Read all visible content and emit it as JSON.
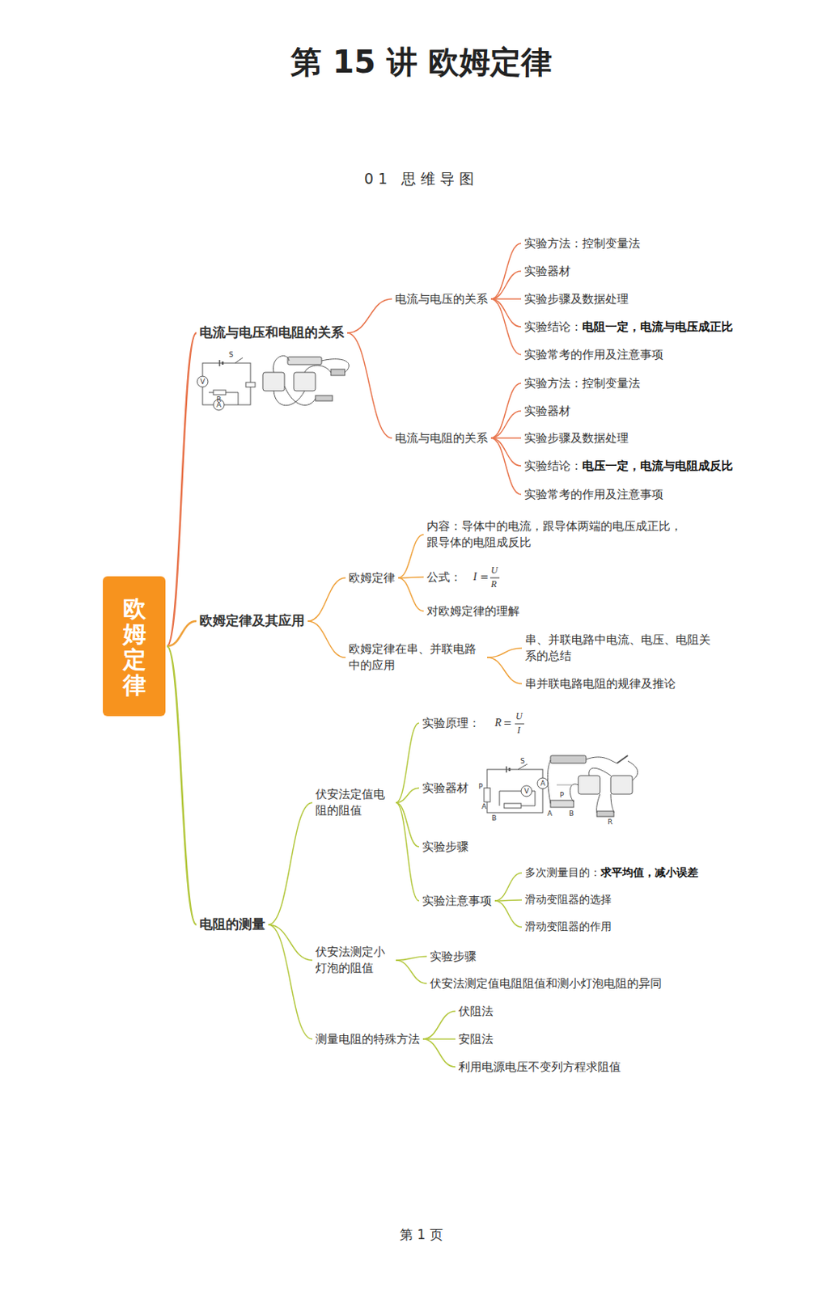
{
  "diagram": {
    "title": "第 15 讲 欧姆定律",
    "nodes": [
      {
        "text": [
          "欧姆定律"
        ]
      },
      {
        "text": [
          "电流与电压和电阻的关系"
        ]
      },
      {
        "text": [
          "电流与电压的关系"
        ]
      },
      {
        "text": [
          "实验方法：控制变量法"
        ]
      },
      {
        "text": [
          "实验器材"
        ]
      },
      {
        "text": [
          "实验步骤及数据处理"
        ]
      },
      {
        "text": [
          "实验结论：",
          "电阻一定，电流与电压成正比"
        ]
      },
      {
        "text": [
          "实验常考的作用及注意事项"
        ]
      },
      {
        "text": [
          "电流与电阻的关系"
        ]
      },
      {
        "text": [
          "实验方法：控制变量法"
        ]
      },
      {
        "text": [
          "实验器材"
        ]
      },
      {
        "text": [
          "实验步骤及数据处理"
        ]
      },
      {
        "text": [
          "实验结论：",
          "电压一定，电流与电阻成反比"
        ]
      },
      {
        "text": [
          "实验常考的作用及注意事项"
        ]
      },
      {
        "text": [
          "欧姆定律及其应用"
        ]
      },
      {
        "text": [
          "欧姆定律"
        ]
      },
      {
        "text": [
          "内容：导体中的电流，跟导体两端的电压成正比，跟导体的电阻成反比"
        ]
      },
      {
        "text": [
          "公式："
        ]
      },
      {
        "text": [
          "对欧姆定律的理解"
        ]
      },
      {
        "text": [
          "欧姆定律在串、并联电路中的应用"
        ]
      },
      {
        "text": [
          "串、并联电路中电流、电压、电阻关系的总结"
        ]
      },
      {
        "text": [
          "串并联电路电阻的规律及推论"
        ]
      },
      {
        "text": [
          "电阻的测量"
        ]
      },
      {
        "text": [
          "伏安法定值电阻的阻值"
        ]
      },
      {
        "text": [
          "实验原理："
        ]
      },
      {
        "text": [
          "实验器材"
        ]
      },
      {
        "text": [
          "实验步骤"
        ]
      },
      {
        "text": [
          "实验注意事项"
        ]
      },
      {
        "text": [
          "多次测量目的：",
          "求平均值，减小误差"
        ]
      },
      {
        "text": [
          "滑动变阻器的选择"
        ]
      },
      {
        "text": [
          "滑动变阻器的作用"
        ]
      },
      {
        "text": [
          "伏安法测定小灯泡的阻值"
        ]
      },
      {
        "text": [
          "实验步骤"
        ]
      },
      {
        "text": [
          "伏安法测定值电阻阻值和测小灯泡电阻的异同"
        ]
      },
      {
        "text": [
          "测量电阻的特殊方法"
        ]
      },
      {
        "text": [
          "伏阻法"
        ]
      },
      {
        "text": [
          "安阻法"
        ]
      },
      {
        "text": [
          "利用电源电压不变列方程求阻值"
        ]
      }
    ],
    "edges": [
      {
        "from": 0,
        "to": 1,
        "arrow": "none"
      },
      {
        "from": 0,
        "to": 14,
        "arrow": "none"
      },
      {
        "from": 0,
        "to": 22,
        "arrow": "none"
      },
      {
        "from": 1,
        "to": 2,
        "arrow": "none"
      },
      {
        "from": 1,
        "to": 8,
        "arrow": "none"
      },
      {
        "from": 2,
        "to": 3,
        "arrow": "none"
      },
      {
        "from": 2,
        "to": 4,
        "arrow": "none"
      },
      {
        "from": 2,
        "to": 5,
        "arrow": "none"
      },
      {
        "from": 2,
        "to": 6,
        "arrow": "none"
      },
      {
        "from": 2,
        "to": 7,
        "arrow": "none"
      },
      {
        "from": 8,
        "to": 9,
        "arrow": "none"
      },
      {
        "from": 8,
        "to": 10,
        "arrow": "none"
      },
      {
        "from": 8,
        "to": 11,
        "arrow": "none"
      },
      {
        "from": 8,
        "to": 12,
        "arrow": "none"
      },
      {
        "from": 8,
        "to": 13,
        "arrow": "none"
      },
      {
        "from": 14,
        "to": 15,
        "arrow": "none"
      },
      {
        "from": 14,
        "to": 19,
        "arrow": "none"
      },
      {
        "from": 15,
        "to": 16,
        "arrow": "none"
      },
      {
        "from": 15,
        "to": 17,
        "arrow": "none"
      },
      {
        "from": 15,
        "to": 18,
        "arrow": "none"
      },
      {
        "from": 19,
        "to": 20,
        "arrow": "none"
      },
      {
        "from": 19,
        "to": 21,
        "arrow": "none"
      },
      {
        "from": 22,
        "to": 23,
        "arrow": "none"
      },
      {
        "from": 22,
        "to": 31,
        "arrow": "none"
      },
      {
        "from": 22,
        "to": 34,
        "arrow": "none"
      },
      {
        "from": 23,
        "to": 24,
        "arrow": "none"
      },
      {
        "from": 23,
        "to": 25,
        "arrow": "none"
      },
      {
        "from": 23,
        "to": 26,
        "arrow": "none"
      },
      {
        "from": 23,
        "to": 27,
        "arrow": "none"
      },
      {
        "from": 27,
        "to": 28,
        "arrow": "none"
      },
      {
        "from": 27,
        "to": 29,
        "arrow": "none"
      },
      {
        "from": 27,
        "to": 30,
        "arrow": "none"
      },
      {
        "from": 31,
        "to": 32,
        "arrow": "none"
      },
      {
        "from": 31,
        "to": 33,
        "arrow": "none"
      },
      {
        "from": 34,
        "to": 35,
        "arrow": "none"
      },
      {
        "from": 34,
        "to": 36,
        "arrow": "none"
      },
      {
        "from": 34,
        "to": 37,
        "arrow": "none"
      }
    ],
    "labels": [
      "01 思维导图",
      "第 1 页",
      "I",
      "=",
      "U",
      "R",
      "R",
      "=",
      "U",
      "I",
      "S",
      "R",
      "V",
      "A",
      "S",
      "A",
      "V",
      "P",
      "A",
      "B",
      "P",
      "A",
      "B",
      "R"
    ]
  }
}
